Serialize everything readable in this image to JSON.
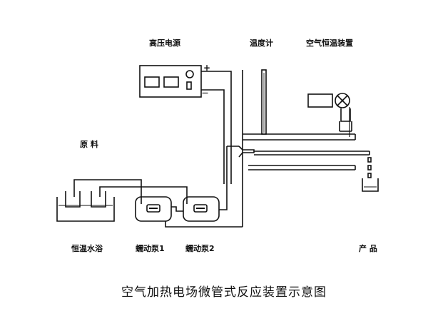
{
  "labels": {
    "hv_power": "高压电源",
    "thermometer": "温度计",
    "air_thermostat": "空气恒温装置",
    "raw_material": "原 料",
    "water_bath": "恒温水浴",
    "pump1": "蠕动泵1",
    "pump2": "蠕动泵2",
    "product": "产 品",
    "plus": "+",
    "minus": "—"
  },
  "caption": "空气加热电场微管式反应装置示意图"
}
